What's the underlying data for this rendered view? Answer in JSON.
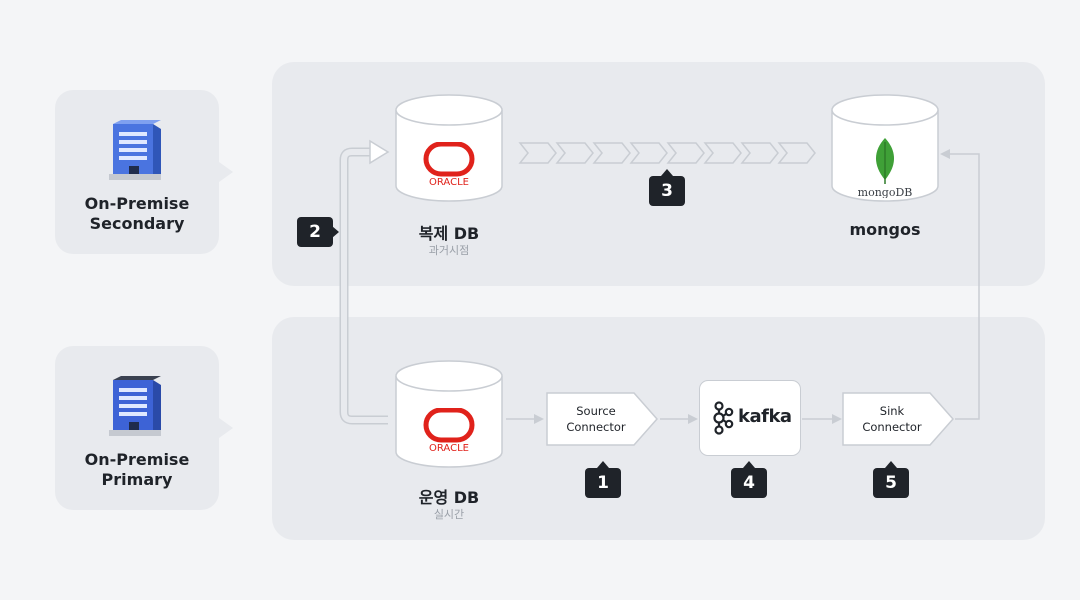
{
  "sites": {
    "secondary": {
      "line1": "On-Premise",
      "line2": "Secondary"
    },
    "primary": {
      "line1": "On-Premise",
      "line2": "Primary"
    }
  },
  "databases": {
    "replica": {
      "title": "복제 DB",
      "subtitle": "과거시점",
      "logo_text": "ORACLE"
    },
    "operational": {
      "title": "운영 DB",
      "subtitle": "실시간",
      "logo_text": "ORACLE"
    },
    "mongos": {
      "title": "mongos",
      "logo_text": "mongoDB"
    }
  },
  "connectors": {
    "source": {
      "line1": "Source",
      "line2": "Connector"
    },
    "sink": {
      "line1": "Sink",
      "line2": "Connector"
    },
    "kafka": {
      "label": "kafka"
    }
  },
  "steps": {
    "one": "1",
    "two": "2",
    "three": "3",
    "four": "4",
    "five": "5"
  },
  "colors": {
    "oracle_red": "#e0221b",
    "mongo_green": "#3fa037",
    "building_blue": "#4a74e0",
    "badge_dark": "#1f2329",
    "zone_bg": "#e8eaee",
    "line_grey": "#c9cdd3"
  },
  "icons": {
    "building": "office-building-icon",
    "database": "database-cylinder-icon",
    "oracle": "oracle-logo",
    "mongodb": "mongodb-leaf-logo",
    "kafka": "kafka-logo"
  }
}
